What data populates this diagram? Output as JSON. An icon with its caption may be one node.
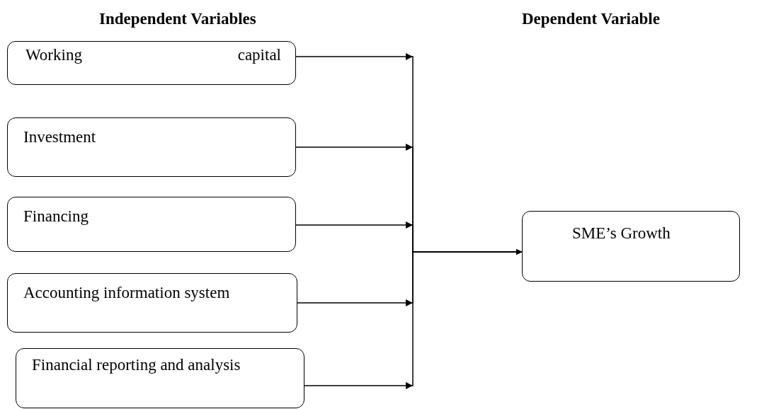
{
  "diagram": {
    "nodes": [
      {
        "text": [
          "Working capital"
        ]
      },
      {
        "text": [
          "Investment"
        ]
      },
      {
        "text": [
          "Financing"
        ]
      },
      {
        "text": [
          "Accounting information system"
        ]
      },
      {
        "text": [
          "Financial reporting and analysis"
        ]
      },
      {
        "text": [
          "SME’s Growth"
        ]
      }
    ],
    "edges": [
      {
        "from": 0,
        "to": 5,
        "arrow": "to"
      },
      {
        "from": 1,
        "to": 5,
        "arrow": "to"
      },
      {
        "from": 2,
        "to": 5,
        "arrow": "to"
      },
      {
        "from": 3,
        "to": 5,
        "arrow": "to"
      },
      {
        "from": 4,
        "to": 5,
        "arrow": "to"
      }
    ],
    "labels": [
      "Independent Variables",
      "Dependent Variable"
    ]
  }
}
